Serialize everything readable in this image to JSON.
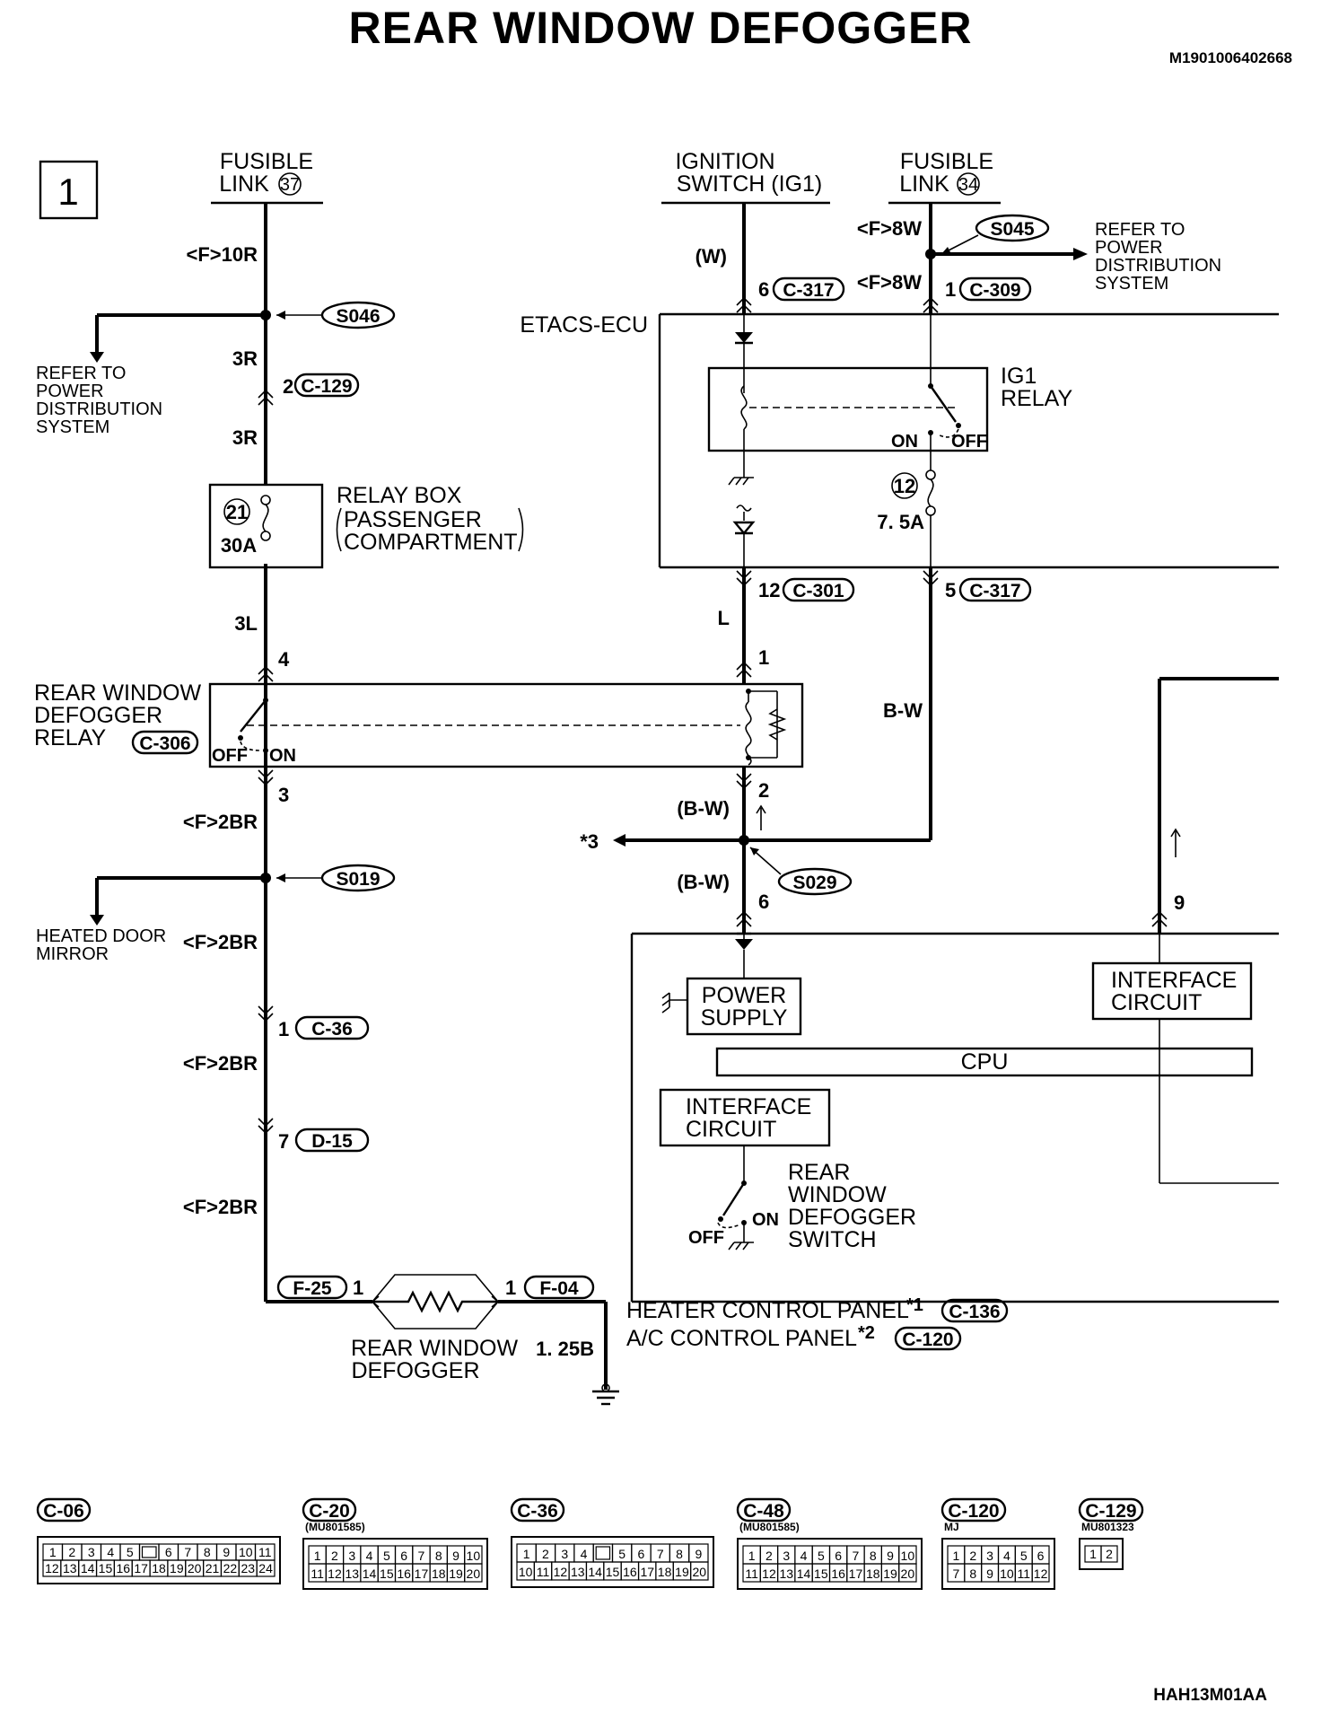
{
  "header": {
    "title": "REAR WINDOW DEFOGGER",
    "doc_id": "M1901006402668",
    "figure_id": "HAH13M01AA"
  },
  "page_number": "1",
  "sources": {
    "fusible_link_37_line1": "FUSIBLE",
    "fusible_link_37_line2": "LINK",
    "fusible_link_37_num": "37",
    "ignition_line1": "IGNITION",
    "ignition_line2": "SWITCH (IG1)",
    "fusible_link_34_line1": "FUSIBLE",
    "fusible_link_34_line2": "LINK",
    "fusible_link_34_num": "34"
  },
  "wires": {
    "f_10r": "<F>10R",
    "r3_a": "3R",
    "r3_b": "3R",
    "l3": "3L",
    "f_2br_a": "<F>2BR",
    "f_2br_b": "<F>2BR",
    "f_2br_c": "<F>2BR",
    "f_2br_d": "<F>2BR",
    "w": "(W)",
    "l": "L",
    "f_8w_a": "<F>8W",
    "f_8w_b": "<F>8W",
    "bw_right": "B-W",
    "bw_paren_a": "(B-W)",
    "bw_paren_b": "(B-W)",
    "ground_wire": "1. 25B"
  },
  "splices": {
    "s046": "S046",
    "s019": "S019",
    "s045": "S045",
    "s029": "S029"
  },
  "connectors": {
    "c129": "C-129",
    "c317_top": "C-317",
    "c309": "C-309",
    "c301": "C-301",
    "c317_mid": "C-317",
    "c306": "C-306",
    "c36": "C-36",
    "d15": "D-15",
    "f25": "F-25",
    "f04": "F-04",
    "c136": "C-136",
    "c120": "C-120"
  },
  "pins": {
    "p2_c129": "2",
    "p6_c317": "6",
    "p1_c309": "1",
    "p12_c301": "12",
    "p5_c317": "5",
    "p4": "4",
    "p1_relay": "1",
    "p3": "3",
    "p2_relay": "2",
    "p6_panel": "6",
    "p9": "9",
    "p1_c36": "1",
    "p7_d15": "7",
    "p1_f25": "1",
    "p1_f04": "1"
  },
  "refs": {
    "power_dist_left": [
      "REFER TO",
      "POWER",
      "DISTRIBUTION",
      "SYSTEM"
    ],
    "power_dist_right": [
      "REFER TO",
      "POWER",
      "DISTRIBUTION",
      "SYSTEM"
    ],
    "heated_mirror": [
      "HEATED DOOR",
      "MIRROR"
    ],
    "star3": "*3"
  },
  "components": {
    "etacs": "ETACS-ECU",
    "ig1_relay": [
      "IG1",
      "RELAY"
    ],
    "on": "ON",
    "off": "OFF",
    "fuse12_num": "12",
    "fuse12_amp": "7. 5A",
    "relay_box_fuse_num": "21",
    "relay_box_fuse_amp": "30A",
    "relay_box": [
      "RELAY BOX",
      "PASSENGER",
      "COMPARTMENT"
    ],
    "rwd_relay": [
      "REAR WINDOW",
      "DEFOGGER",
      "RELAY"
    ],
    "relay_off": "OFF",
    "relay_on": "ON",
    "power_supply": [
      "POWER",
      "SUPPLY"
    ],
    "interface_right": [
      "INTERFACE",
      "CIRCUIT"
    ],
    "cpu": "CPU",
    "interface_left": [
      "INTERFACE",
      "CIRCUIT"
    ],
    "switch_label": [
      "REAR",
      "WINDOW",
      "DEFOGGER",
      "SWITCH"
    ],
    "switch_on": "ON",
    "switch_off": "OFF",
    "heater_panel": "HEATER CONTROL PANEL",
    "heater_sup": "*1",
    "ac_panel": "A/C CONTROL PANEL",
    "ac_sup": "*2",
    "defogger": [
      "REAR WINDOW",
      "DEFOGGER"
    ]
  },
  "connector_views": [
    {
      "id": "C-06",
      "part": "",
      "rows": [
        [
          "1",
          "2",
          "3",
          "4",
          "5",
          "",
          "6",
          "7",
          "8",
          "9",
          "10",
          "11"
        ],
        [
          "12",
          "13",
          "14",
          "15",
          "16",
          "17",
          "18",
          "19",
          "20",
          "21",
          "22",
          "23",
          "24"
        ]
      ]
    },
    {
      "id": "C-20",
      "part": "(MU801585)",
      "rows": [
        [
          "1",
          "2",
          "3",
          "4",
          "5",
          "6",
          "7",
          "8",
          "9",
          "10"
        ],
        [
          "11",
          "12",
          "13",
          "14",
          "15",
          "16",
          "17",
          "18",
          "19",
          "20"
        ]
      ]
    },
    {
      "id": "C-36",
      "part": "",
      "rows": [
        [
          "1",
          "2",
          "3",
          "4",
          "",
          "5",
          "6",
          "7",
          "8",
          "9"
        ],
        [
          "10",
          "11",
          "12",
          "13",
          "14",
          "15",
          "16",
          "17",
          "18",
          "19",
          "20"
        ]
      ]
    },
    {
      "id": "C-48",
      "part": "(MU801585)",
      "rows": [
        [
          "1",
          "2",
          "3",
          "4",
          "5",
          "6",
          "7",
          "8",
          "9",
          "10"
        ],
        [
          "11",
          "12",
          "13",
          "14",
          "15",
          "16",
          "17",
          "18",
          "19",
          "20"
        ]
      ]
    },
    {
      "id": "C-120",
      "part": "MJ",
      "rows": [
        [
          "1",
          "2",
          "3",
          "4",
          "5",
          "6"
        ],
        [
          "7",
          "8",
          "9",
          "10",
          "11",
          "12"
        ]
      ]
    },
    {
      "id": "C-129",
      "part": "MU801323",
      "rows": [
        [
          "1",
          "2"
        ]
      ]
    }
  ]
}
